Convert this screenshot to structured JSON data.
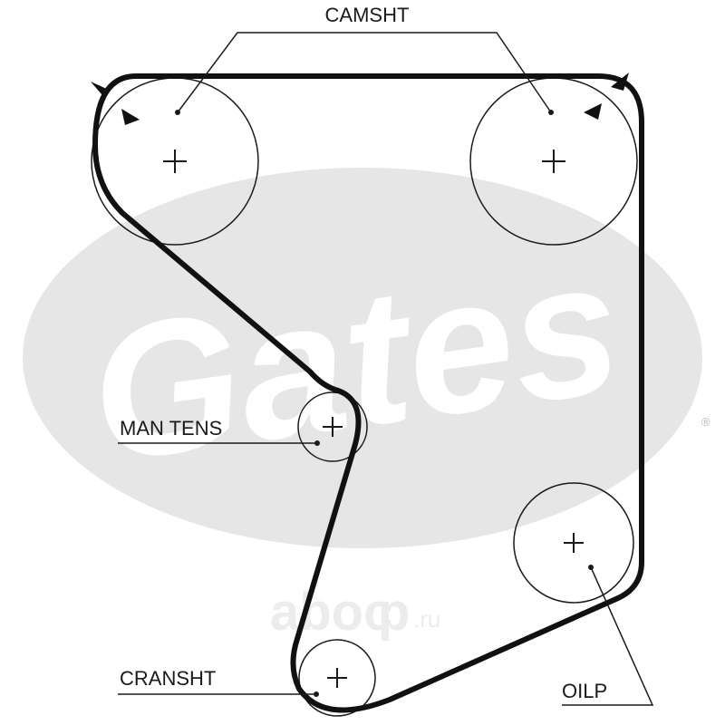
{
  "labels": {
    "camshaft": "CAMSHT",
    "manual_tensioner": "MAN TENS",
    "crankshaft": "CRANSHT",
    "oil_pump": "OILP"
  },
  "watermark": {
    "brand": "Gates",
    "registered": "®",
    "site_main": "aboc",
    "site_p": "p",
    "site_tld": ".ru"
  },
  "colors": {
    "belt": "#111111",
    "line": "#1a1a1a",
    "watermark": "#e6e6e6",
    "watermark_text": "#ffffff"
  },
  "icons": {
    "pulley_center": "plus-icon",
    "rotation_marker": "triangle-arrow-icon"
  }
}
